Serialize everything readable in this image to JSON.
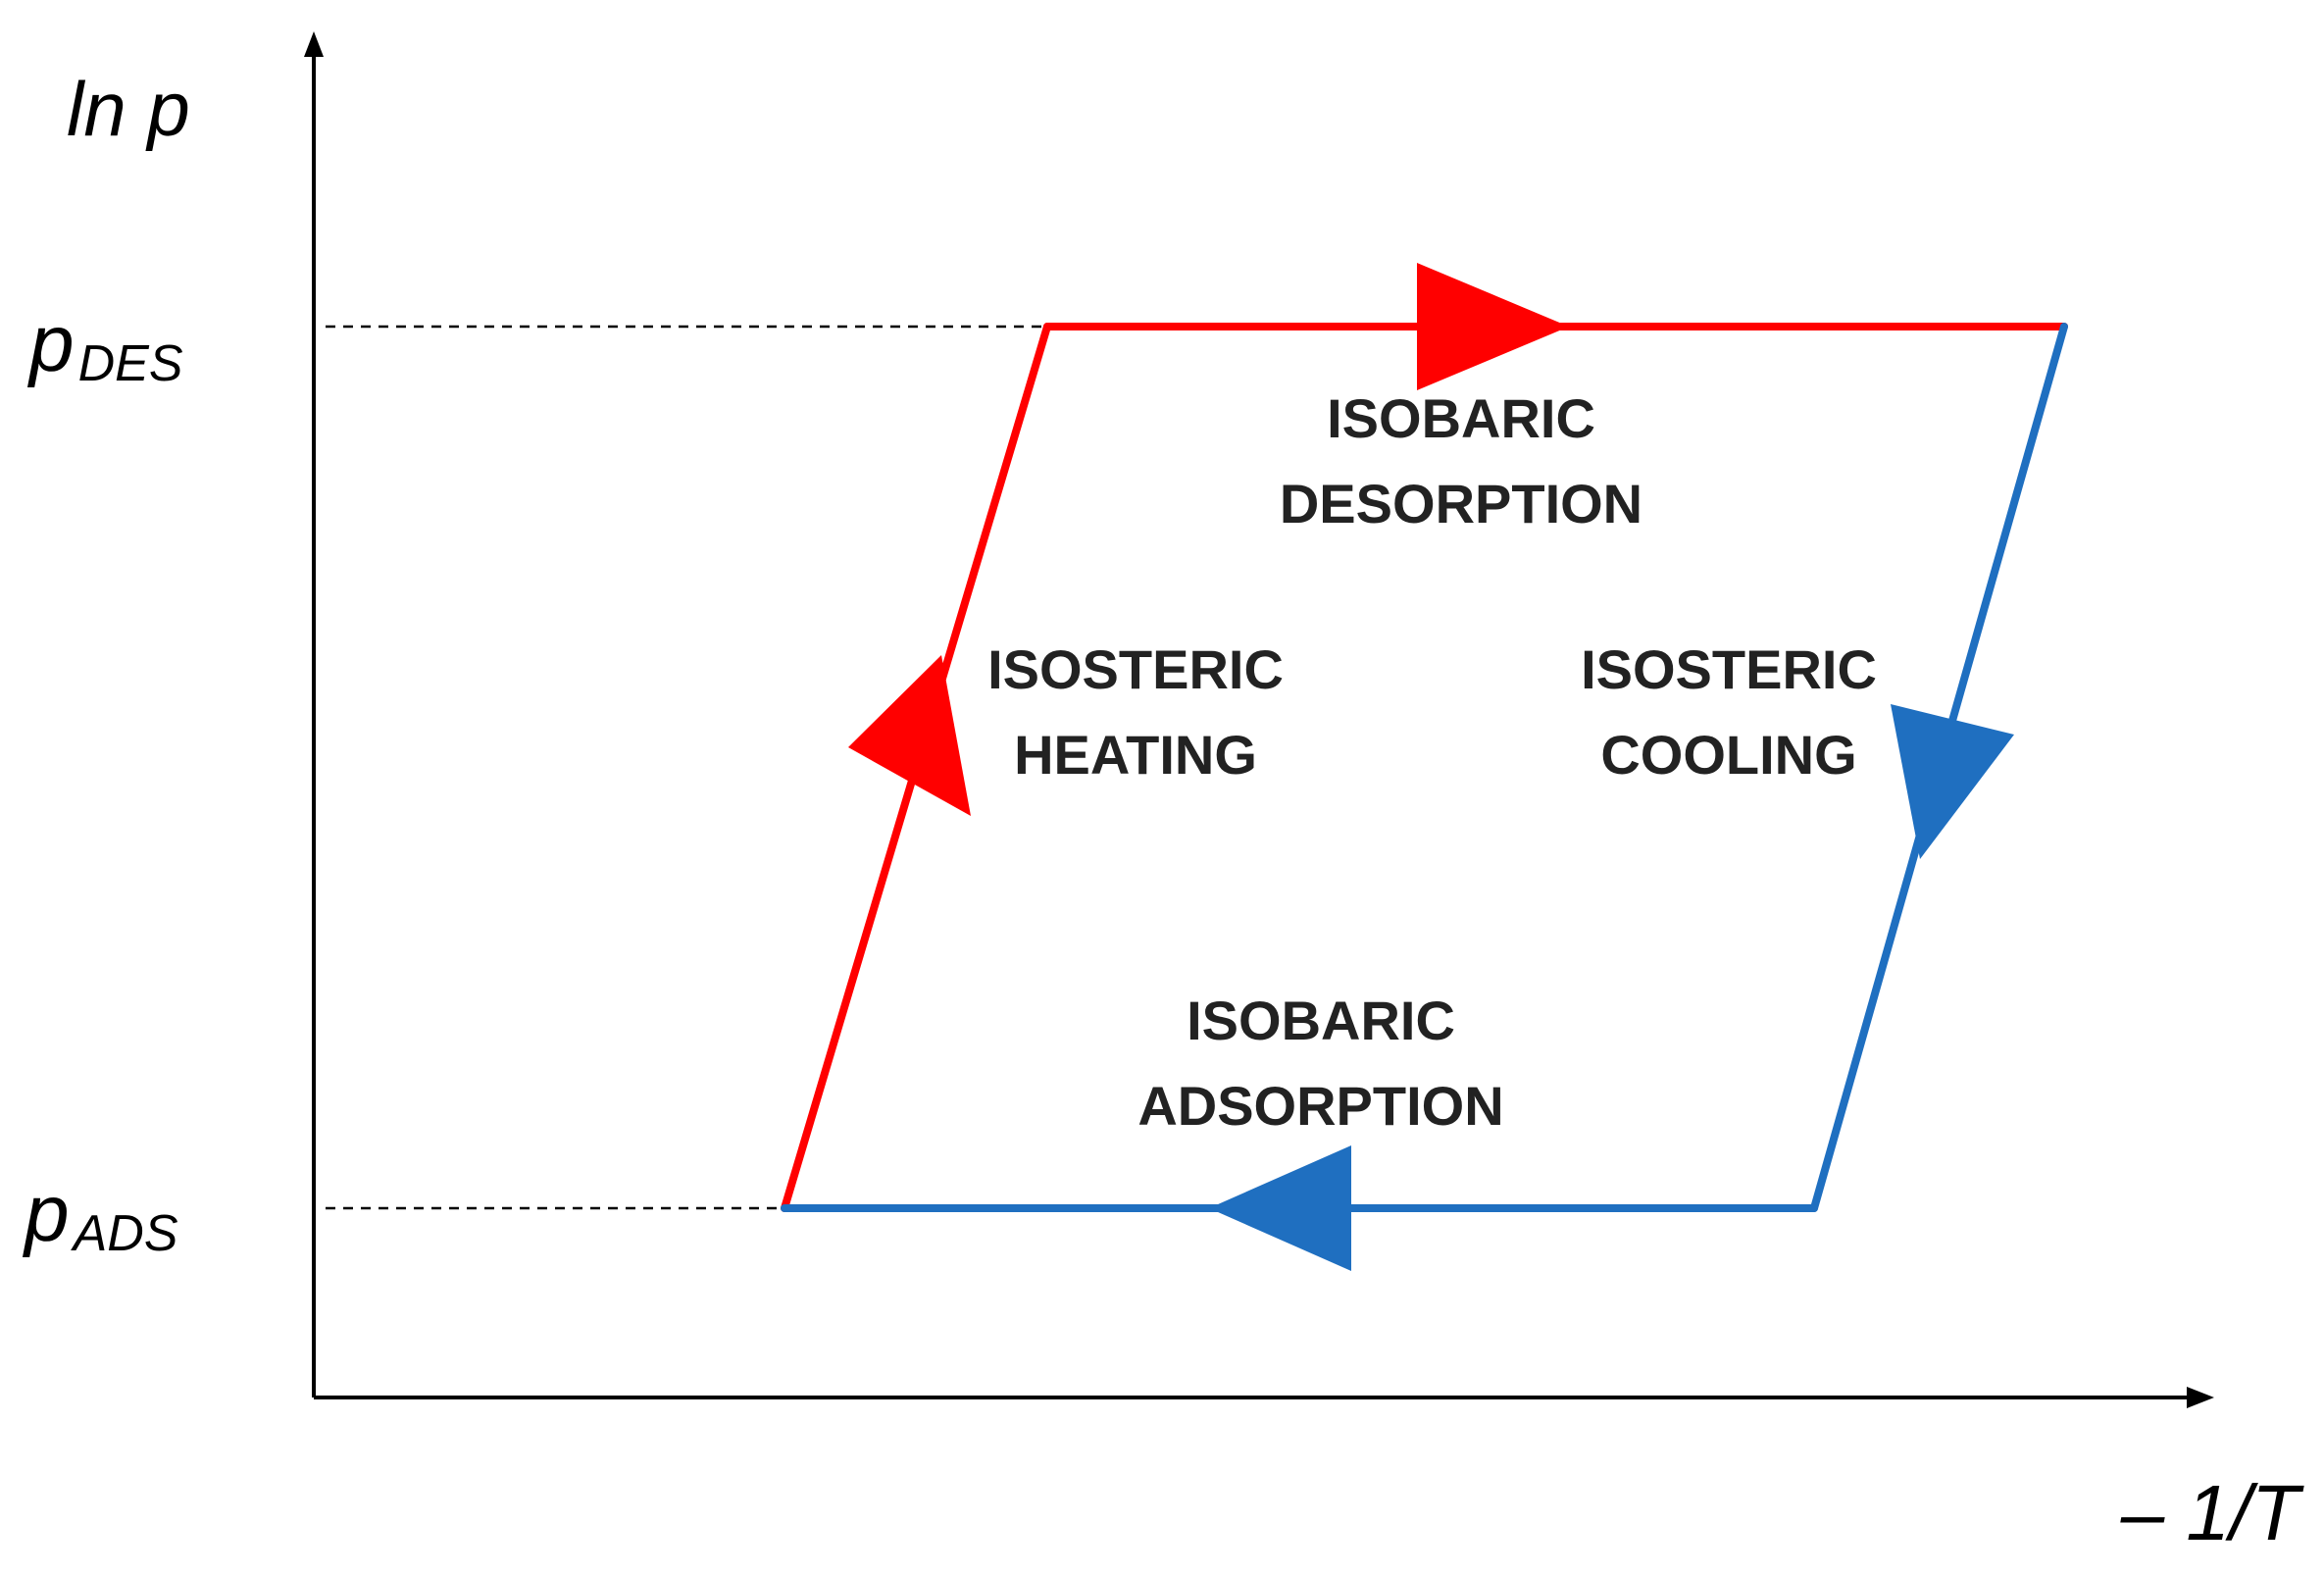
{
  "diagram": {
    "y_axis_label": "ln p",
    "x_axis_label": "– 1/T",
    "pressure_levels": {
      "p_des": {
        "symbol": "p",
        "subscript": "DES"
      },
      "p_ads": {
        "symbol": "p",
        "subscript": "ADS"
      }
    },
    "processes": {
      "isobaric_desorption": {
        "line1": "ISOBARIC",
        "line2": "DESORPTION",
        "color": "#ff0000"
      },
      "isosteric_heating": {
        "line1": "ISOSTERIC",
        "line2": "HEATING",
        "color": "#ff0000"
      },
      "isosteric_cooling": {
        "line1": "ISOSTERIC",
        "line2": "COOLING",
        "color": "#1f6fc0"
      },
      "isobaric_adsorption": {
        "line1": "ISOBARIC",
        "line2": "ADSORPTION",
        "color": "#1f6fc0"
      }
    },
    "colors": {
      "heating_side": "#ff0000",
      "cooling_side": "#1f6fc0",
      "axis": "#000000"
    }
  }
}
